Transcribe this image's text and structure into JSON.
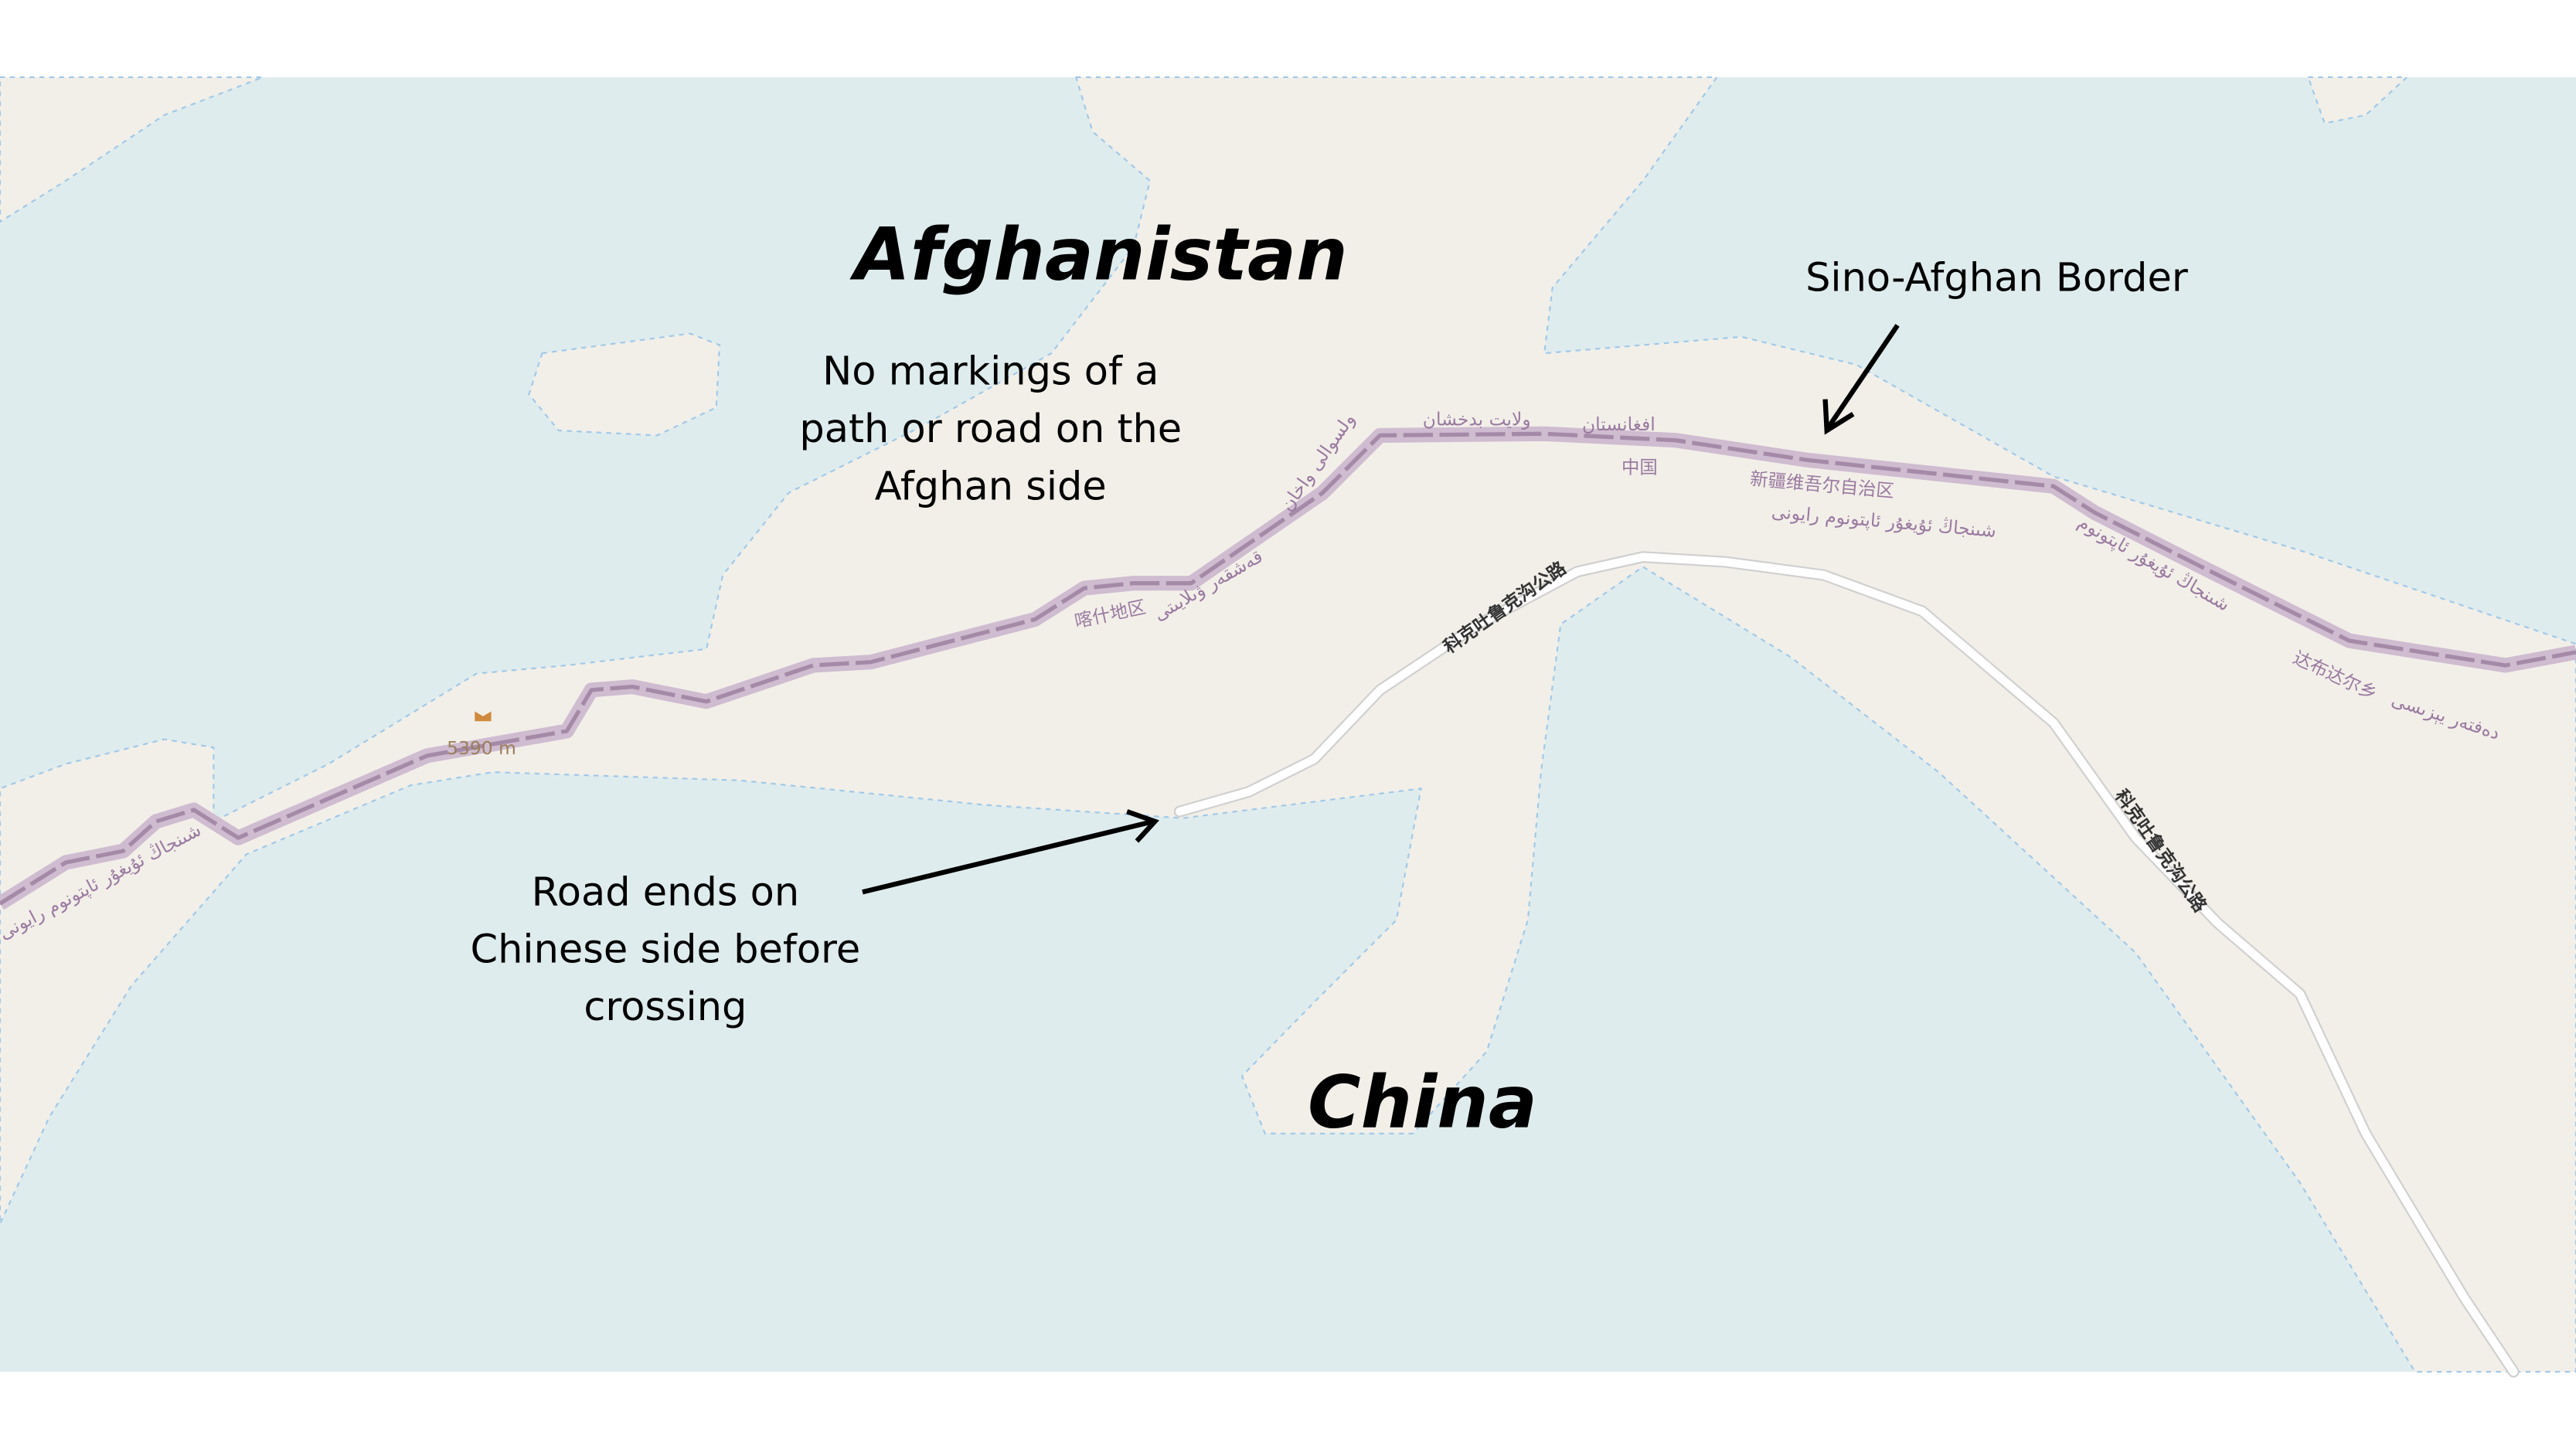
{
  "map": {
    "colors": {
      "water_area": "#dfeced",
      "land": "#f2efe9",
      "border": "#a58aa8",
      "border_halo": "#cfbcd0",
      "road": "#ffffff",
      "coast": "#9fc8e8"
    },
    "countries": {
      "afghanistan": "Afghanistan",
      "china": "China"
    },
    "annotations": {
      "border": "Sino-Afghan Border",
      "no_markings": [
        "No markings of a",
        "path or road on the",
        "Afghan side"
      ],
      "road_ends": [
        "Road ends on",
        "Chinese side before",
        "crossing"
      ]
    },
    "labels": {
      "wakhan": "ولسوالی واخان",
      "badakhshan": "ولایت بدخشان",
      "afghanistan_local": "افغانستان",
      "china_zh": "中国",
      "xinjiang": "新疆维吾尔自治区",
      "xinjiang_ug": "شىنجاڭ ئۇيغۇر ئاپتونوم رايونى",
      "kashgar": "喀什地区",
      "kashgar_ug": "قەشقەر ۋىلايىتى",
      "dabudar": "达布达尔乡",
      "dabudar_ug": "دەفتەر يېزىسى",
      "left_ug": "شىنجاڭ ئۇيغۇر ئاپتونوم",
      "road_name_1": "科克吐鲁克沟公路",
      "road_name_2": "科克吐鲁克沟公路",
      "peak_elevation": "5390 m"
    },
    "icons": {
      "peak": "mountain-peak-icon"
    }
  }
}
